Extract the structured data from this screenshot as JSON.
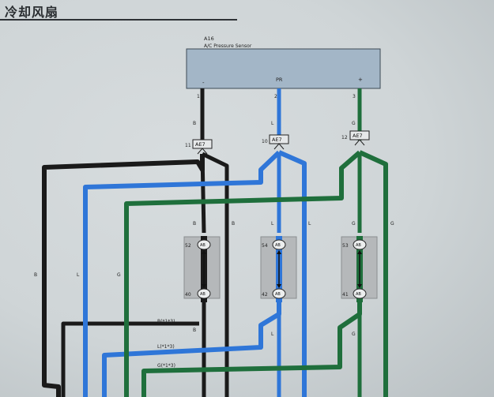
{
  "page": {
    "title": "冷却风扇"
  },
  "sensor": {
    "code": "A16",
    "name": "A/C Pressure Sensor",
    "pins": [
      "-",
      "PR",
      "+"
    ],
    "pin_numbers": [
      "1",
      "2",
      "3"
    ]
  },
  "wire_codes": {
    "black": "B",
    "blue": "L",
    "green": "G"
  },
  "connectors": [
    {
      "pin": "11",
      "label": "AE7"
    },
    {
      "pin": "10",
      "label": "AE7"
    },
    {
      "pin": "12",
      "label": "AE7"
    }
  ],
  "junctions": [
    {
      "top_pin": "52",
      "bottom_pin": "40",
      "top_tag": "AB",
      "bottom_tag": "AB"
    },
    {
      "top_pin": "54",
      "bottom_pin": "42",
      "top_tag": "AB",
      "bottom_tag": "AB"
    },
    {
      "top_pin": "53",
      "bottom_pin": "41",
      "top_tag": "AB",
      "bottom_tag": "AB"
    }
  ],
  "bundle_labels": [
    "B(*1*3)",
    "L(*1*3)",
    "G(*1*3)"
  ],
  "colors": {
    "black_wire": "#1a1a1a",
    "blue_wire": "#2f76d8",
    "green_wire": "#1f6f3c",
    "sensor_box": "#a3b6c7",
    "junction_box": "#b5b8ba"
  }
}
